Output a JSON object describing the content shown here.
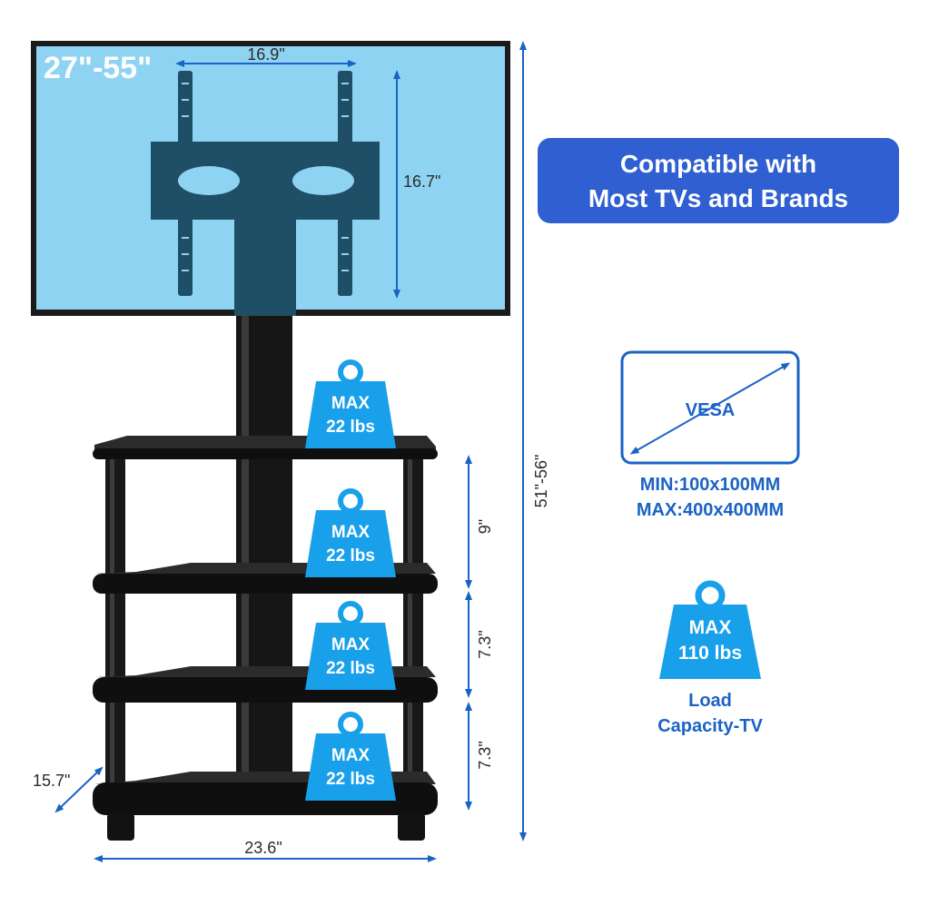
{
  "tv": {
    "size_range": "27\"-55\""
  },
  "dimensions": {
    "vesa_width": "16.9\"",
    "vesa_height": "16.7\"",
    "total_height": "51\"-56\"",
    "shelf_gap_1": "9\"",
    "shelf_gap_2": "7.3\"",
    "shelf_gap_3": "7.3\"",
    "depth": "15.7\"",
    "width": "23.6\""
  },
  "compat_banner": {
    "line1": "Compatible with",
    "line2": "Most TVs and Brands"
  },
  "vesa": {
    "label": "VESA",
    "min": "MIN:100x100MM",
    "max": "MAX:400x400MM"
  },
  "weights": [
    {
      "line1": "MAX",
      "line2": "22 lbs"
    },
    {
      "line1": "MAX",
      "line2": "22 lbs"
    },
    {
      "line1": "MAX",
      "line2": "22 lbs"
    },
    {
      "line1": "MAX",
      "line2": "22 lbs"
    }
  ],
  "load": {
    "line1": "MAX",
    "line2": "110 lbs",
    "caption1": "Load",
    "caption2": "Capacity-TV"
  },
  "colors": {
    "accent_blue": "#2f5fd0",
    "weight_blue": "#19a0ea",
    "screen_blue": "#8fd3f3",
    "dim_blue": "#1a63c5"
  }
}
